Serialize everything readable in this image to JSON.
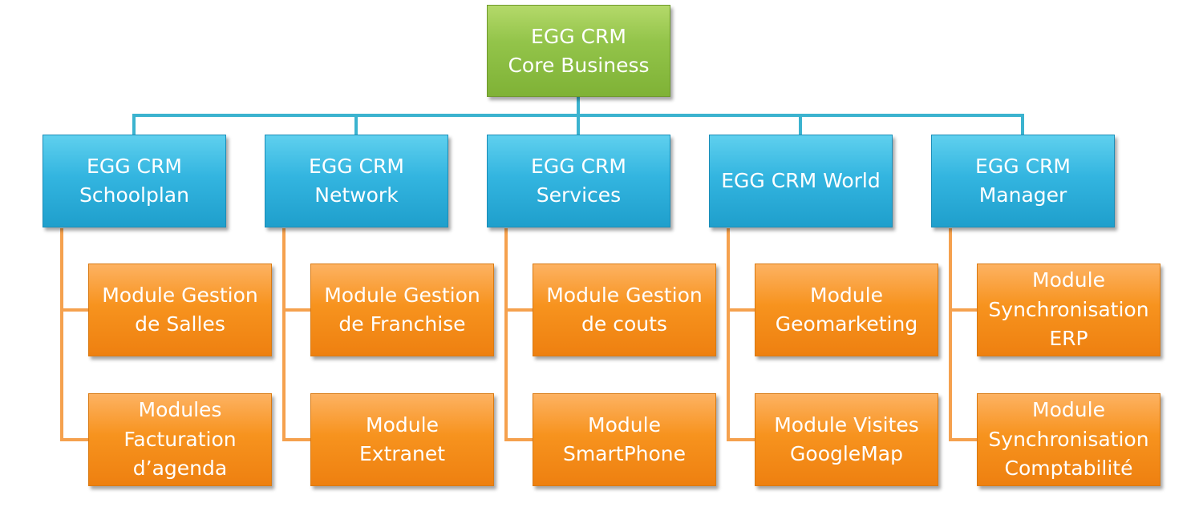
{
  "colors": {
    "root": "#8fc14a",
    "category": "#30b4de",
    "module": "#f7931e",
    "connector_blue": "#3bb3cf",
    "connector_orange": "#f5a14e"
  },
  "root": {
    "lines": [
      "EGG CRM",
      "Core Business"
    ]
  },
  "categories": [
    {
      "lines": [
        "EGG CRM",
        "Schoolplan"
      ],
      "modules": [
        {
          "lines": [
            "Module Gestion",
            "de Salles"
          ]
        },
        {
          "lines": [
            "Modules",
            "Facturation",
            "d’agenda"
          ]
        }
      ]
    },
    {
      "lines": [
        "EGG CRM",
        "Network"
      ],
      "modules": [
        {
          "lines": [
            "Module Gestion",
            "de Franchise"
          ]
        },
        {
          "lines": [
            "Module",
            "Extranet"
          ]
        }
      ]
    },
    {
      "lines": [
        "EGG CRM",
        "Services"
      ],
      "modules": [
        {
          "lines": [
            "Module Gestion",
            "de couts"
          ]
        },
        {
          "lines": [
            "Module",
            "SmartPhone"
          ]
        }
      ]
    },
    {
      "lines": [
        "EGG CRM World"
      ],
      "modules": [
        {
          "lines": [
            "Module",
            "Geomarketing"
          ]
        },
        {
          "lines": [
            "Module Visites",
            "GoogleMap"
          ]
        }
      ]
    },
    {
      "lines": [
        "EGG CRM",
        "Manager"
      ],
      "modules": [
        {
          "lines": [
            "Module",
            "Synchronisation",
            "ERP"
          ]
        },
        {
          "lines": [
            "Module",
            "Synchronisation",
            "Comptabilité"
          ]
        }
      ]
    }
  ]
}
